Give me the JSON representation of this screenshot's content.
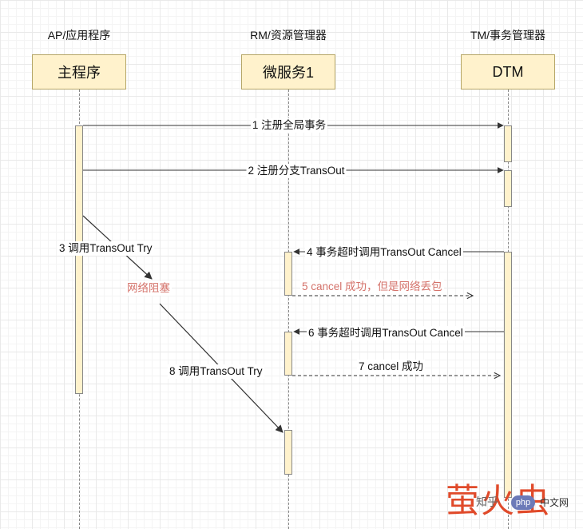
{
  "participants": [
    {
      "role": "AP/应用程序",
      "name": "主程序"
    },
    {
      "role": "RM/资源管理器",
      "name": "微服务1"
    },
    {
      "role": "TM/事务管理器",
      "name": "DTM"
    }
  ],
  "messages": [
    {
      "text": "1 注册全局事务"
    },
    {
      "text": "2 注册分支TransOut"
    },
    {
      "text": "3 调用TransOut Try"
    },
    {
      "text": "网络阻塞"
    },
    {
      "text": "4 事务超时调用TransOut Cancel"
    },
    {
      "text": "5 cancel 成功，但是网络丢包"
    },
    {
      "text": "6 事务超时调用TransOut Cancel"
    },
    {
      "text": "7 cancel 成功"
    },
    {
      "text": "8 调用TransOut Try"
    }
  ],
  "colors": {
    "box_fill": "#fff2cc",
    "line": "#333333",
    "highlight": "#d4726a",
    "watermark": "#e04a2a"
  },
  "watermark": {
    "cn": "萤火虫",
    "site": "知乎",
    "badge": "php",
    "suffix": "中文网"
  }
}
